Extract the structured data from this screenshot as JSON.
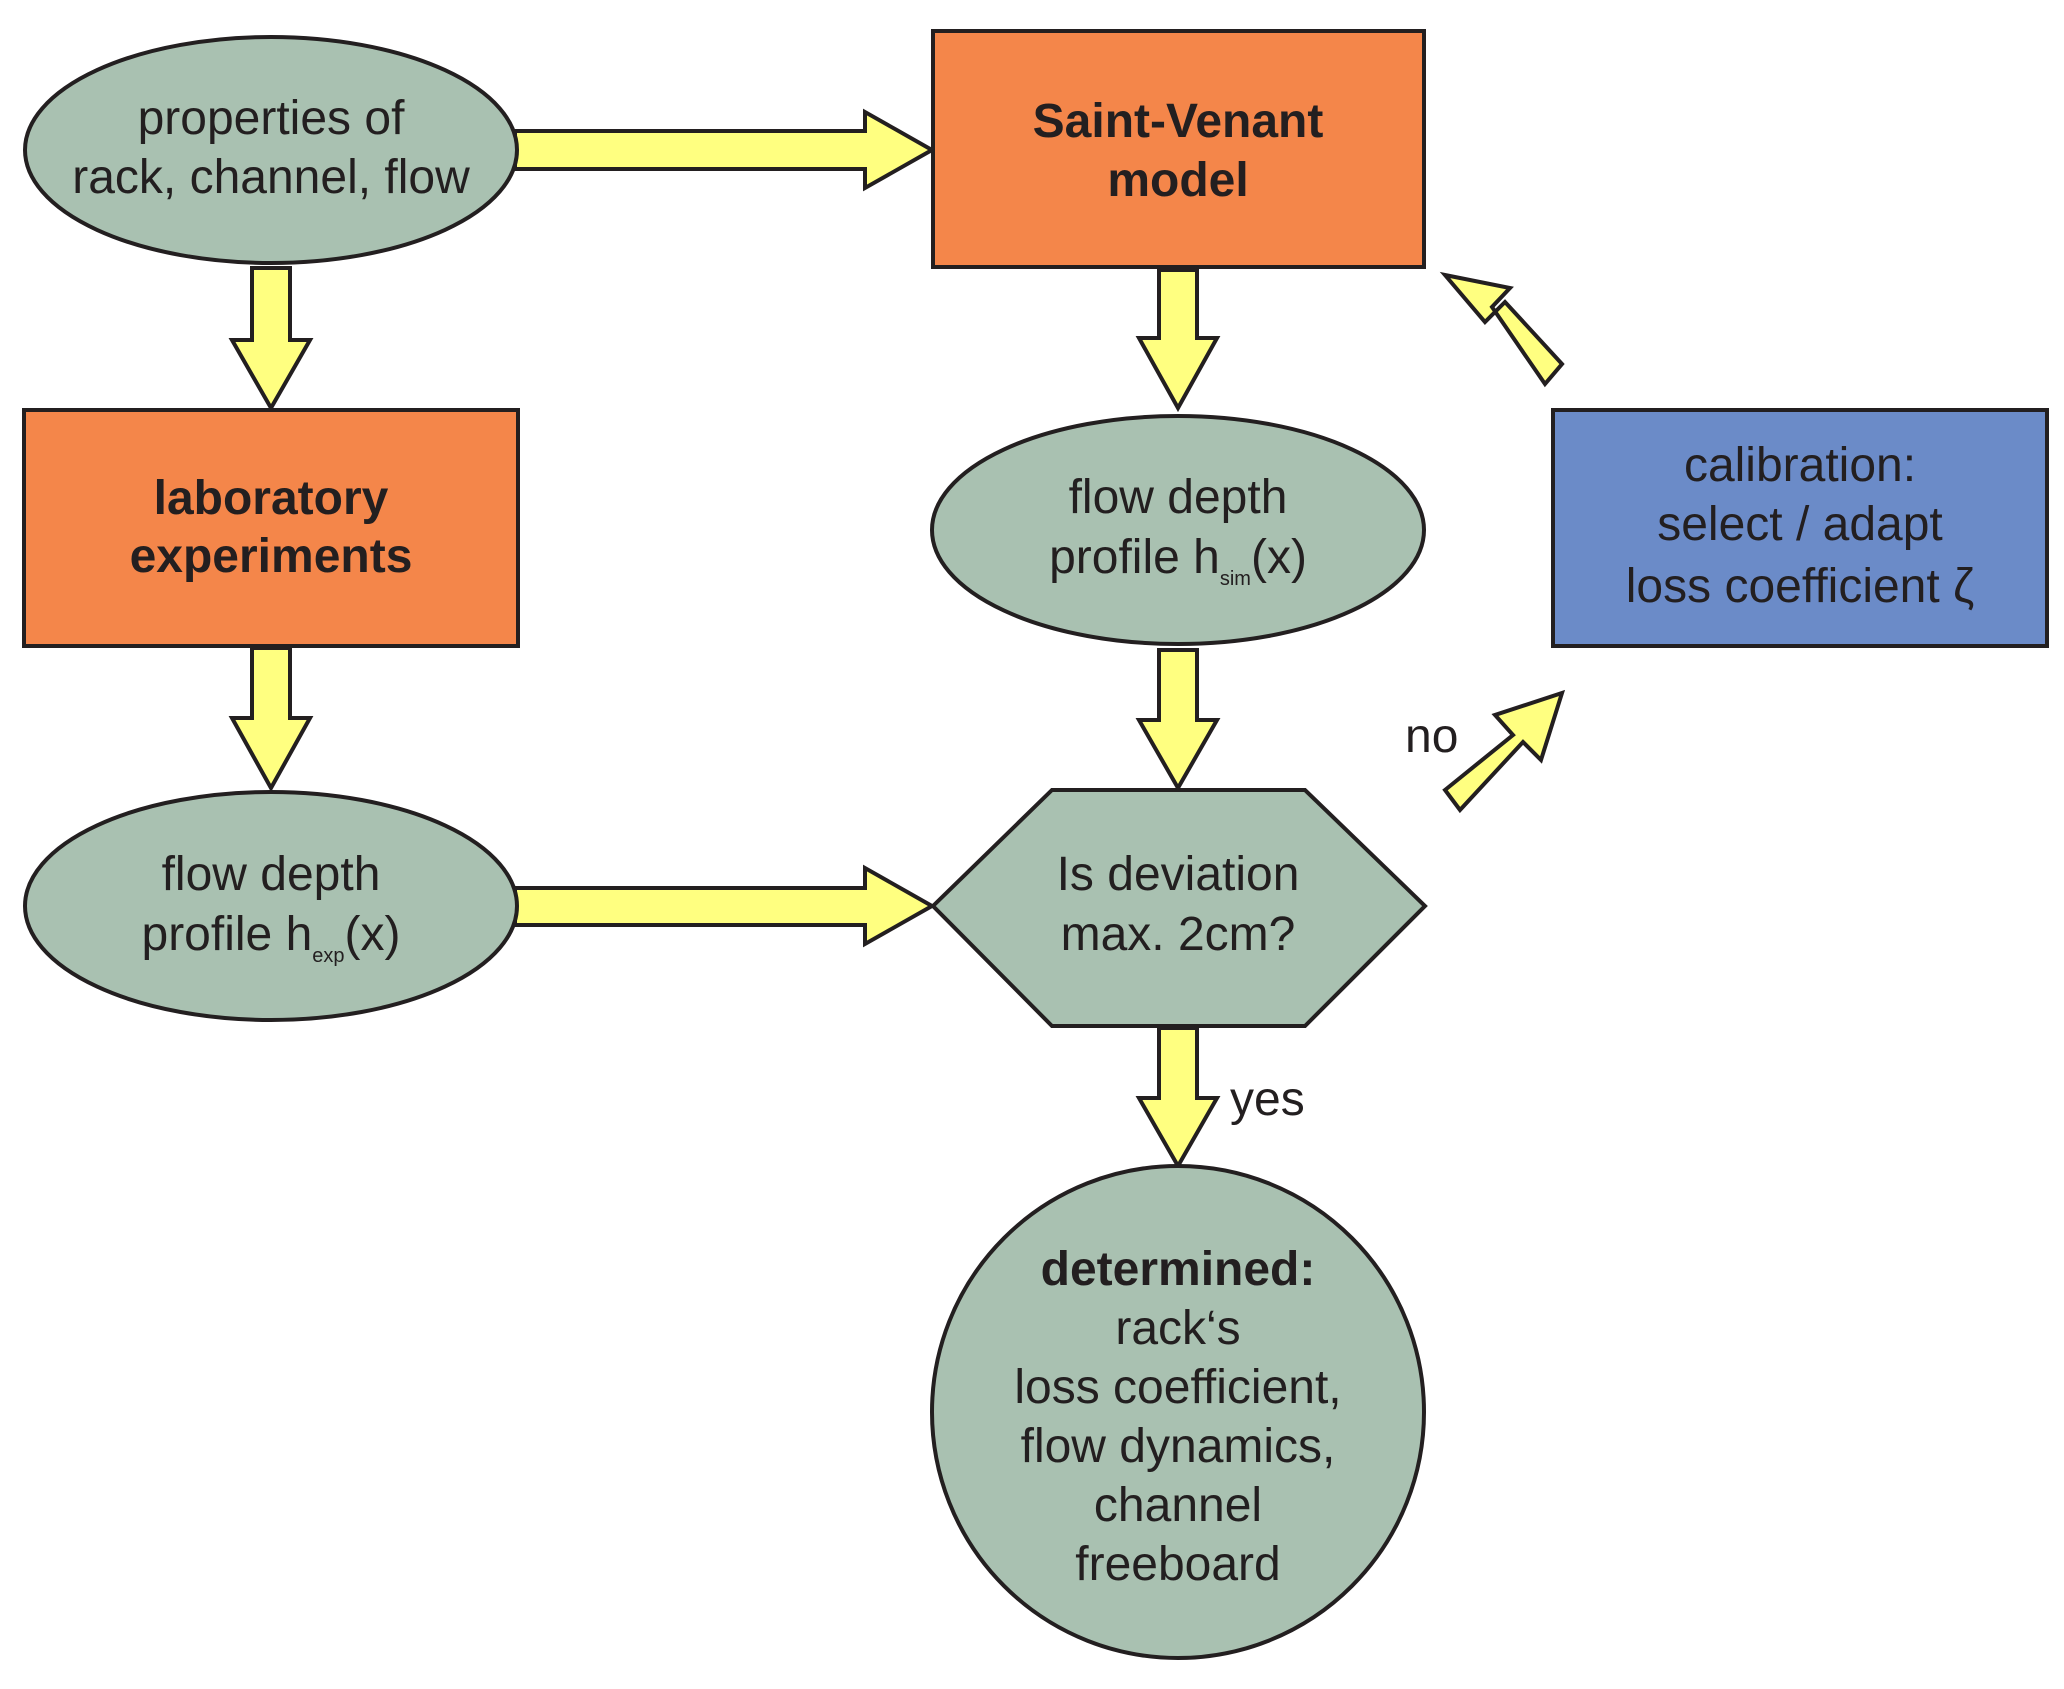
{
  "colors": {
    "node_green": "#a9c1b1",
    "node_orange": "#f4864a",
    "node_blue": "#6b8bc8",
    "arrow_yellow": "#ffff80",
    "outline": "#231f20"
  },
  "nodes": {
    "properties": {
      "line1": "properties of",
      "line2": "rack, channel, flow"
    },
    "saint_venant": {
      "line1": "Saint-Venant",
      "line2": "model"
    },
    "laboratory": {
      "line1": "laboratory",
      "line2": "experiments"
    },
    "flow_sim": {
      "line1": "flow depth",
      "line2_prefix": "profile h",
      "line2_sub": "sim",
      "line2_suffix": "(x)"
    },
    "calibration": {
      "line1": "calibration:",
      "line2": "select / adapt",
      "line3": "loss coefficient ζ"
    },
    "flow_exp": {
      "line1": "flow depth",
      "line2_prefix": "profile h",
      "line2_sub": "exp",
      "line2_suffix": "(x)"
    },
    "decision": {
      "line1": "Is deviation",
      "line2": "max. 2cm?"
    },
    "determined": {
      "line1": "determined:",
      "line2": "rack‘s",
      "line3": "loss coefficient,",
      "line4": "flow dynamics,",
      "line5": "channel",
      "line6": "freeboard"
    }
  },
  "edge_labels": {
    "no": "no",
    "yes": "yes"
  }
}
